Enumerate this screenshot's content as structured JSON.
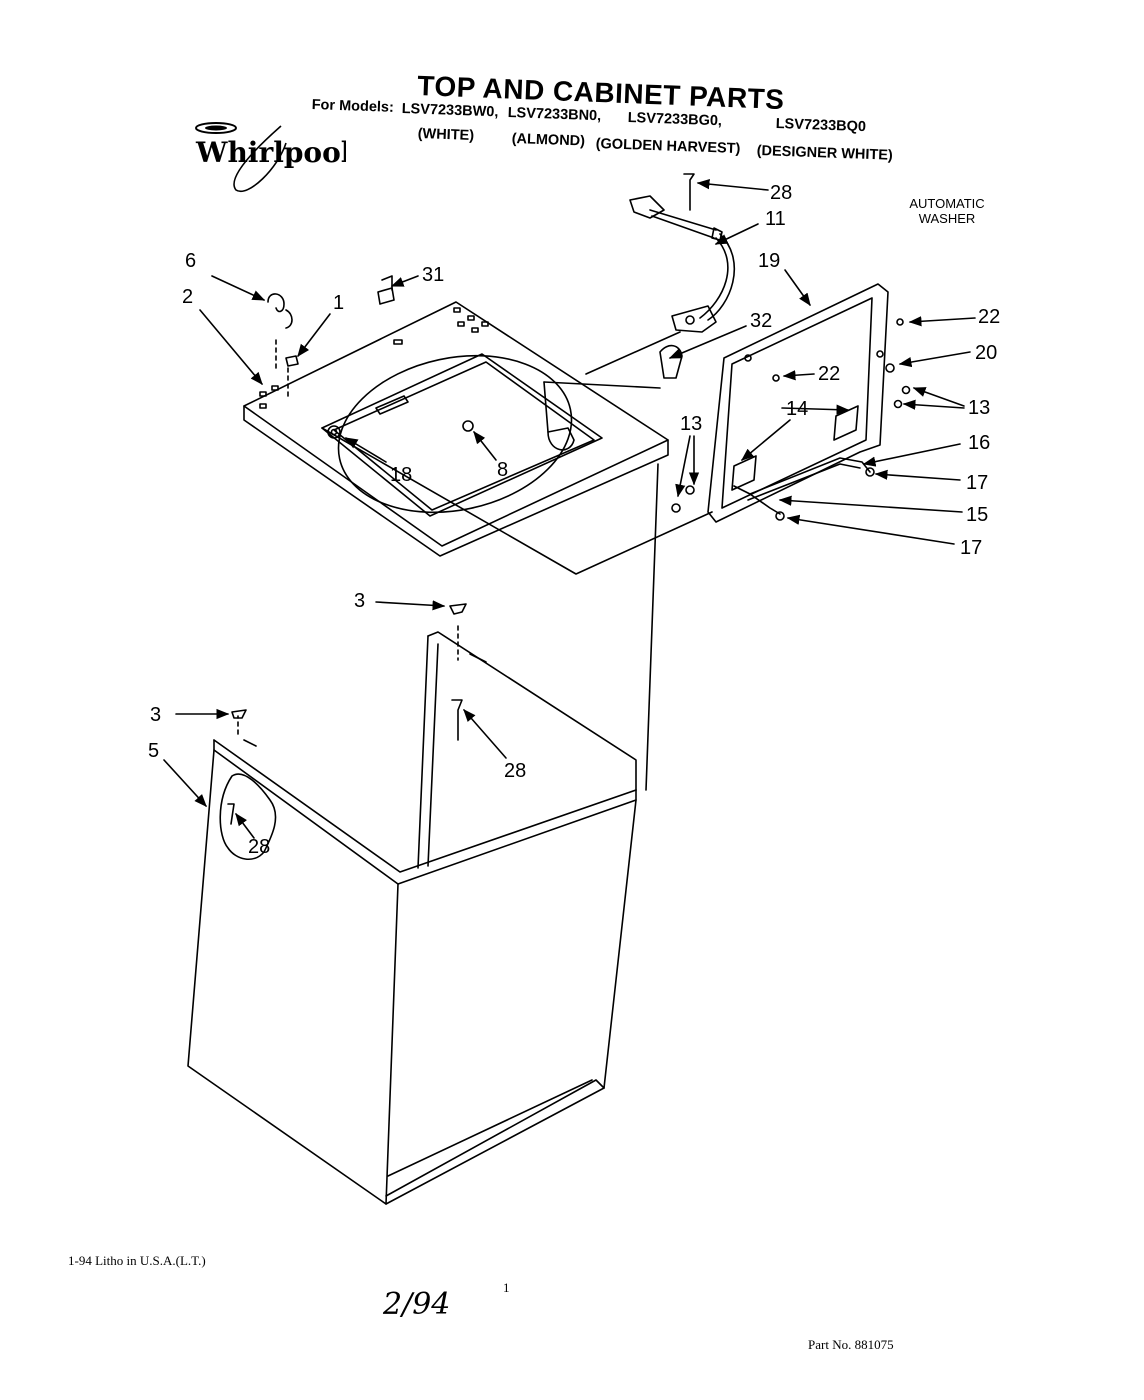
{
  "header": {
    "title": "TOP AND CABINET PARTS",
    "for_models_prefix": "For Models:",
    "models": [
      {
        "code": "LSV7233BW0,",
        "color": "(WHITE)"
      },
      {
        "code": "LSV7233BN0,",
        "color": "(ALMOND)"
      },
      {
        "code": "LSV7233BG0,",
        "color": "(GOLDEN HARVEST)"
      },
      {
        "code": "LSV7233BQ0",
        "color": "(DESIGNER WHITE)"
      }
    ],
    "brand": "Whirlpool",
    "product_line1": "AUTOMATIC",
    "product_line2": "WASHER"
  },
  "parts": {
    "p28_top": "28",
    "p11": "11",
    "p19": "19",
    "p6": "6",
    "p31": "31",
    "p2": "2",
    "p1": "1",
    "p32": "32",
    "p22_right": "22",
    "p20": "20",
    "p22_mid": "22",
    "p13_right": "13",
    "p14": "14",
    "p13_left": "13",
    "p16": "16",
    "p18": "18",
    "p8": "8",
    "p17_upper": "17",
    "p15": "15",
    "p17_lower": "17",
    "p3_upper": "3",
    "p3_left": "3",
    "p5": "5",
    "p28_mid": "28",
    "p28_low": "28"
  },
  "footer": {
    "litho": "1-94 Litho in U.S.A.(L.T.)",
    "page_number": "1",
    "handwritten": "2/94",
    "part_no": "Part No. 881075"
  },
  "colors": {
    "ink": "#000000",
    "paper": "#ffffff"
  }
}
